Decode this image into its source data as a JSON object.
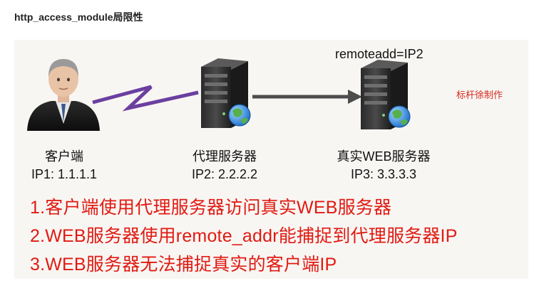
{
  "title": "http_access_module局限性",
  "remote_label": "remoteadd=IP2",
  "author_note": "标杆徐制作",
  "nodes": [
    {
      "name": "客户端",
      "ip": "IP1: 1.1.1.1"
    },
    {
      "name": "代理服务器",
      "ip": "IP2: 2.2.2.2"
    },
    {
      "name": "真实WEB服务器",
      "ip": "IP3: 3.3.3.3"
    }
  ],
  "points": [
    "1.客户端使用代理服务器访问真实WEB服务器",
    "2.WEB服务器使用remote_addr能捕捉到代理服务器IP",
    "3.WEB服务器无法捕捉真实的客户端IP"
  ],
  "colors": {
    "lightning": "#6b3fa0",
    "arrow": "#4d4d4d",
    "points_text": "#e11a12",
    "author_text": "#d42a1f",
    "panel_bg": "#f8f6f3"
  },
  "icons": [
    "user-icon",
    "proxy-server-icon",
    "web-server-icon",
    "globe-icon"
  ]
}
